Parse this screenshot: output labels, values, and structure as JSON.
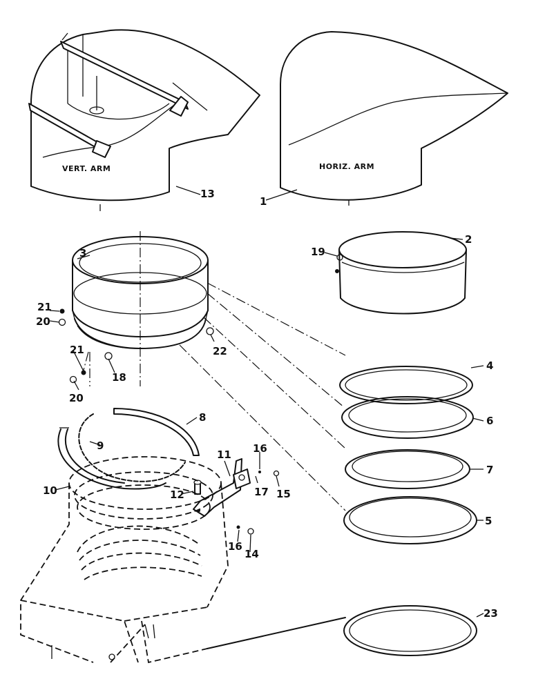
{
  "labels": {
    "vert_arm": "VERT. ARM",
    "horiz_arm": "HORIZ. ARM"
  },
  "callouts": [
    "1",
    "2",
    "3",
    "4",
    "5",
    "6",
    "7",
    "8",
    "9",
    "10",
    "11",
    "12",
    "13",
    "14",
    "15",
    "16",
    "16",
    "17",
    "18",
    "19",
    "20",
    "20",
    "21",
    "21",
    "22",
    "23"
  ]
}
